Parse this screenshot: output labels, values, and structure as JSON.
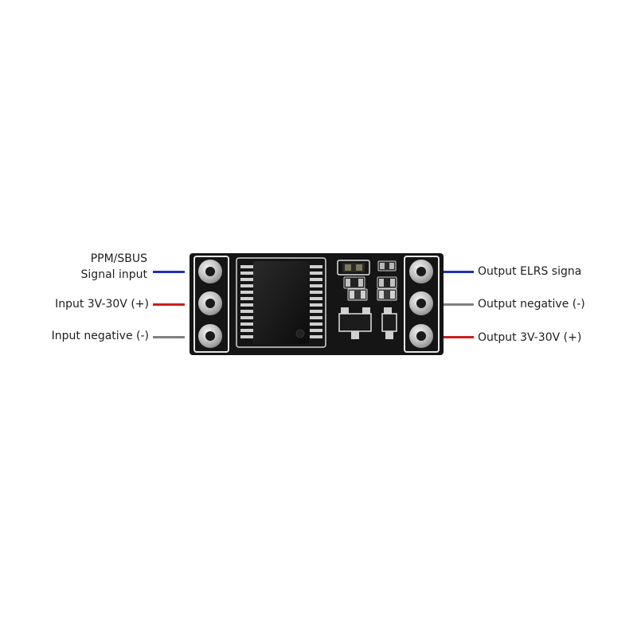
{
  "left_labels": {
    "signal_line1": "PPM/SBUS",
    "signal_line2": "Signal input",
    "power_in": "Input 3V-30V (+)",
    "ground_in": "Input negative (-)"
  },
  "right_labels": {
    "signal_out": "Output ELRS signa",
    "ground_out": "Output negative (-)",
    "power_out": "Output 3V-30V (+)"
  },
  "wire_colors": {
    "signal": "#1f2fbf",
    "power": "#c8201e",
    "ground": "#808080"
  },
  "board_colors": {
    "pcb": "#141414",
    "silk": "#f0f0f0",
    "pad": "#c9c9c9"
  }
}
